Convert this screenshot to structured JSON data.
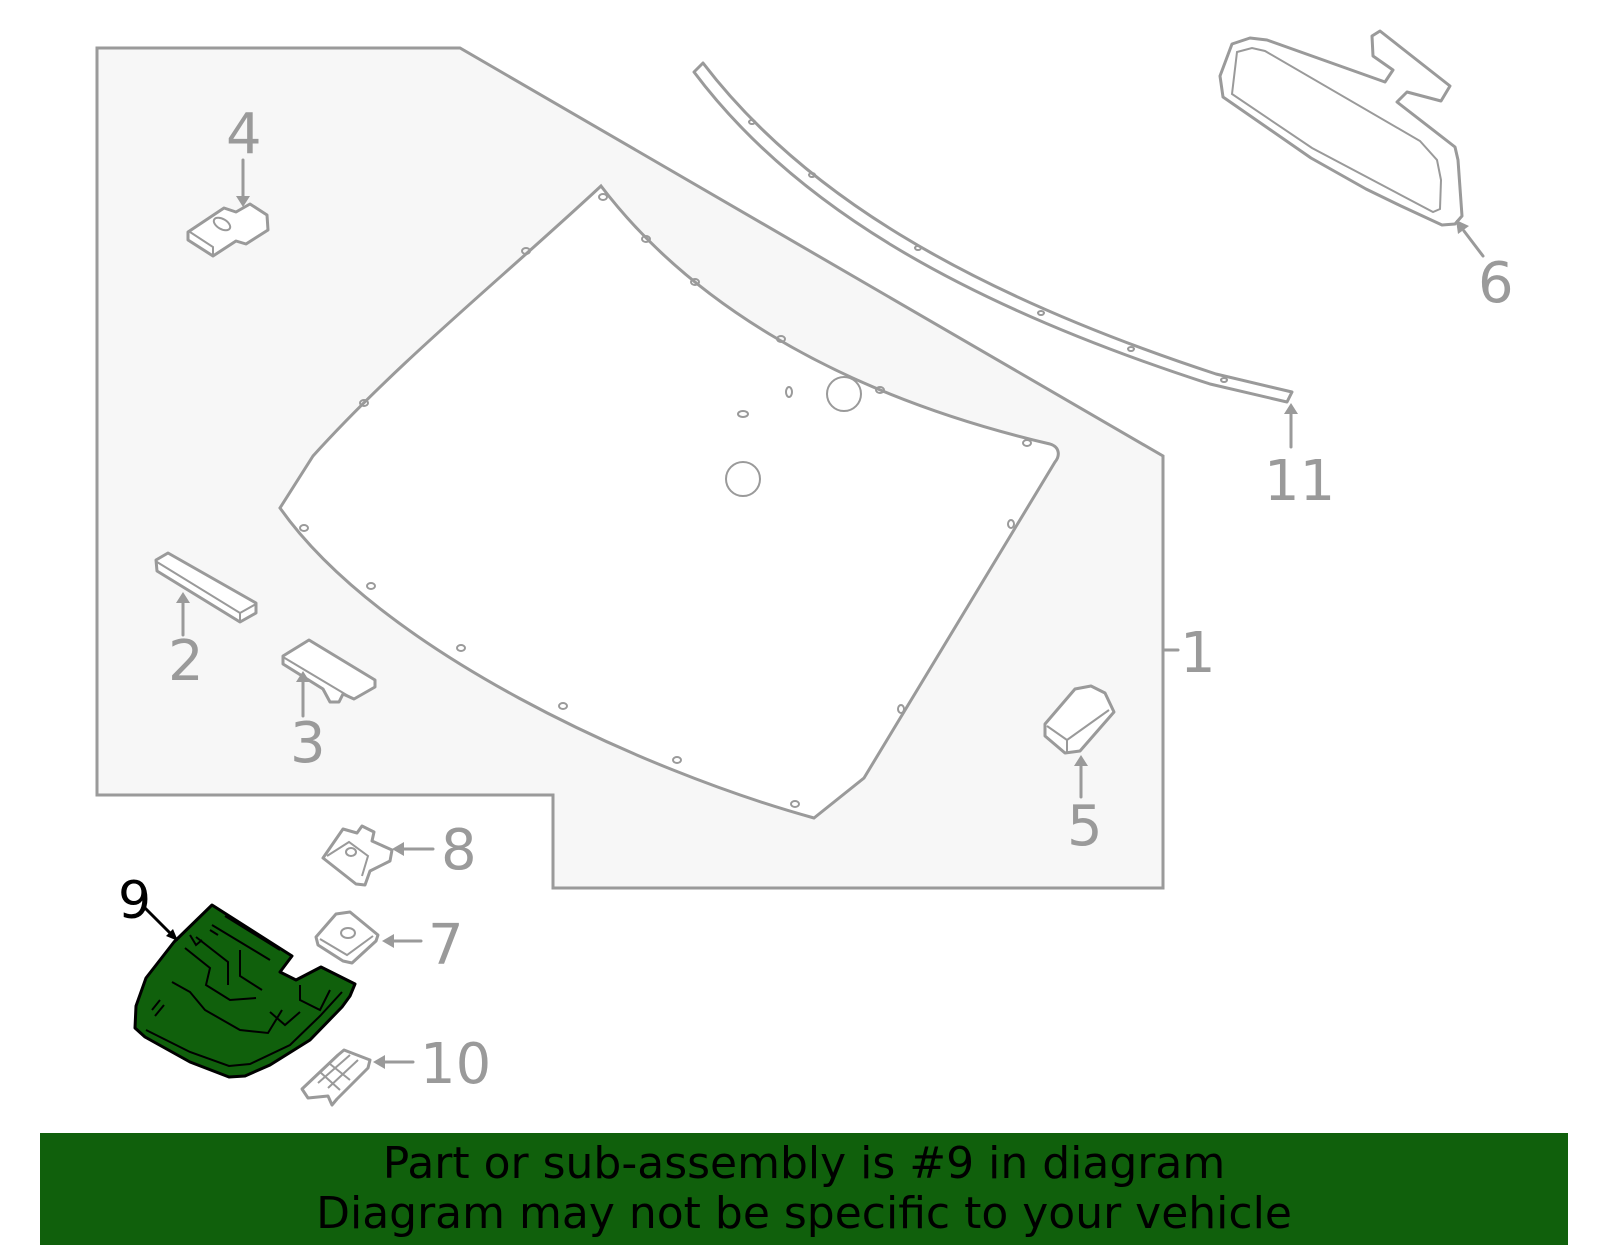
{
  "callouts": {
    "c1": "1",
    "c2": "2",
    "c3": "3",
    "c4": "4",
    "c5": "5",
    "c6": "6",
    "c7": "7",
    "c8": "8",
    "c9": "9",
    "c10": "10",
    "c11": "11"
  },
  "highlighted_part": "9",
  "colors": {
    "line": "#9a9a9a",
    "panel_fill": "#f7f7f7",
    "highlight_fill": "#10600c",
    "banner_bg": "#10600c"
  },
  "banner": {
    "line1": "Part or sub-assembly is #9 in diagram",
    "line2": "Diagram may not be specific to your vehicle"
  }
}
